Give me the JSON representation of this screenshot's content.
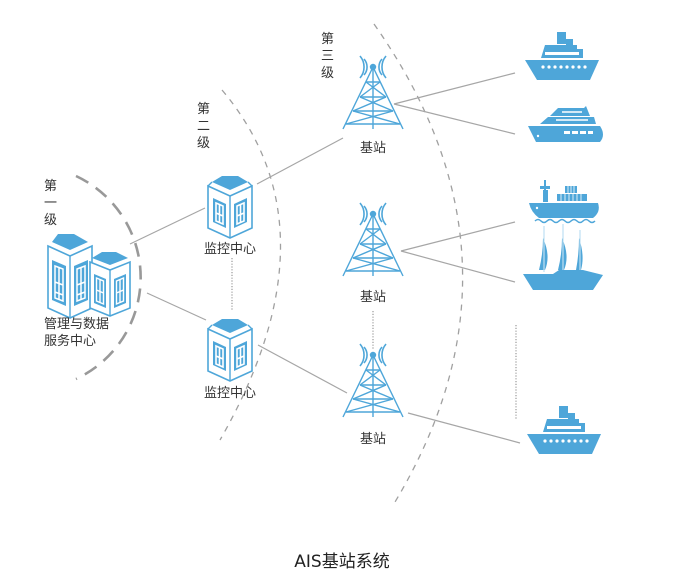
{
  "caption": "AIS基站系统",
  "tiers": [
    {
      "id": "tier-1",
      "label": [
        "第",
        "一",
        "级"
      ]
    },
    {
      "id": "tier-2",
      "label": [
        "第",
        "二",
        "级"
      ]
    },
    {
      "id": "tier-3",
      "label": [
        "第",
        "三",
        "级"
      ]
    }
  ],
  "nodes": {
    "data_center": {
      "icon": "office-buildings-icon",
      "label_line1": "管理与数据",
      "label_line2": "服务中心"
    },
    "monitor_centers": [
      {
        "icon": "building-icon",
        "label": "监控中心"
      },
      {
        "icon": "building-icon",
        "label": "监控中心"
      }
    ],
    "base_stations": [
      {
        "icon": "radio-tower-icon",
        "label": "基站"
      },
      {
        "icon": "radio-tower-icon",
        "label": "基站"
      },
      {
        "icon": "radio-tower-icon",
        "label": "基站"
      }
    ],
    "vessels": [
      {
        "icon": "cruise-ship-icon"
      },
      {
        "icon": "yacht-icon"
      },
      {
        "icon": "container-ship-icon"
      },
      {
        "icon": "sailboat-icon"
      },
      {
        "icon": "cruise-ship-icon"
      }
    ]
  },
  "colors": {
    "icon_blue": "#4ea6d9",
    "line_gray": "#a6a6a6",
    "text": "#333333"
  }
}
